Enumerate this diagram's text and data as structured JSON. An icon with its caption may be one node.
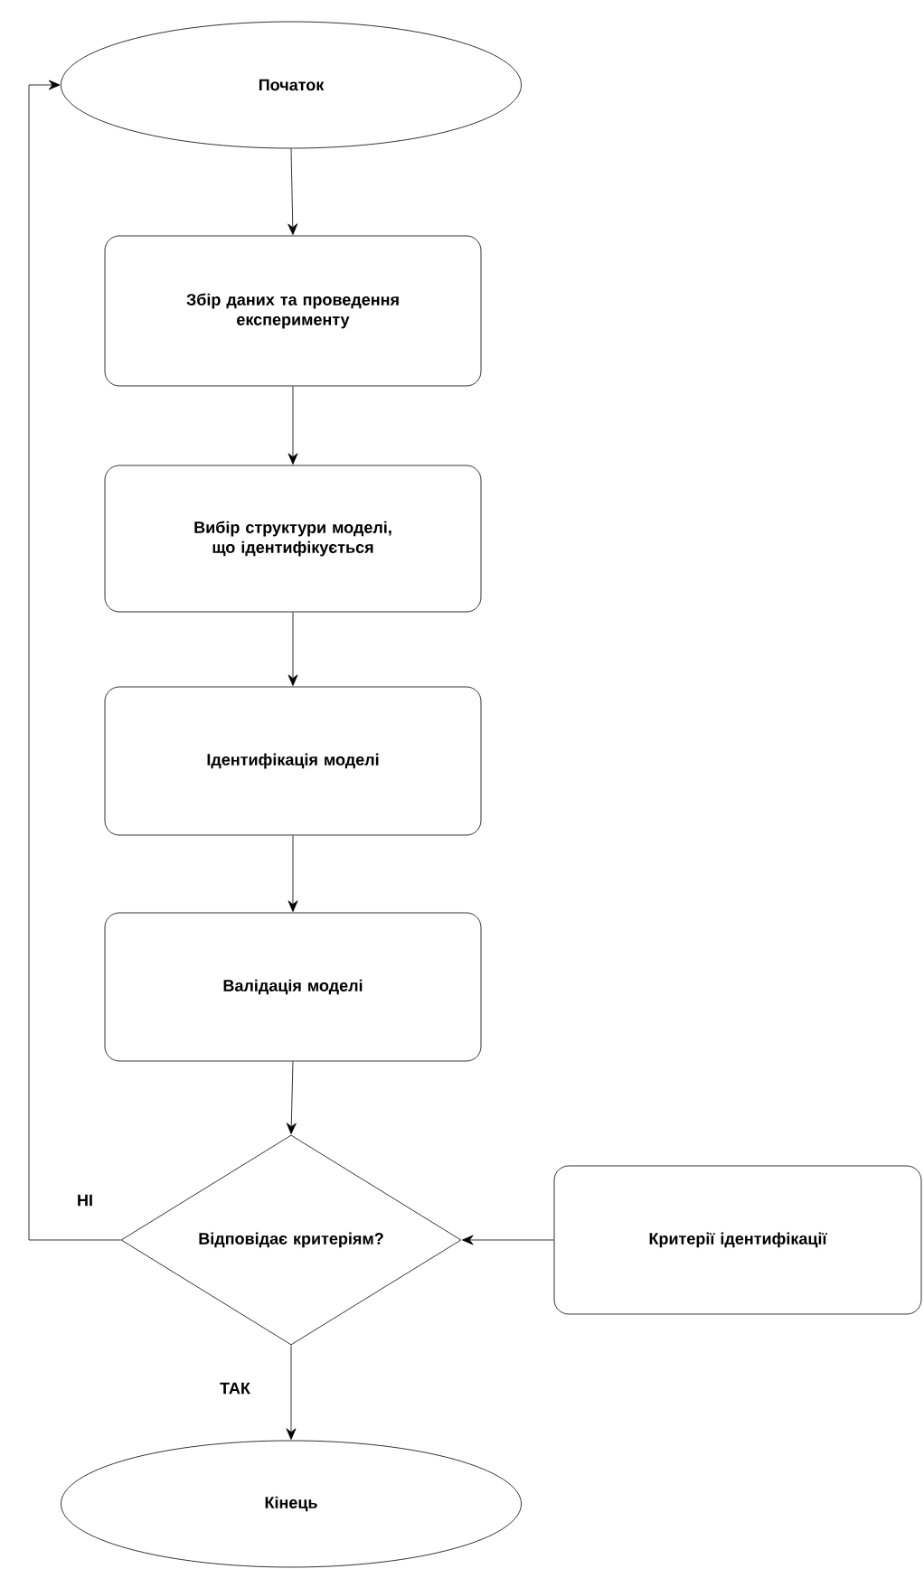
{
  "diagram": {
    "nodes": [
      {
        "text": [
          "Початок"
        ]
      },
      {
        "text": [
          "Збір даних та проведення експерименту"
        ]
      },
      {
        "text": [
          "Вибір структури моделі, що ідентифікується"
        ]
      },
      {
        "text": [
          "Ідентифікація моделі"
        ]
      },
      {
        "text": [
          "Валідація моделі"
        ]
      },
      {
        "text": [
          "Відповідає критеріям?"
        ]
      },
      {
        "text": [
          "Критерії ідентифікації"
        ]
      },
      {
        "text": [
          "Кінець"
        ]
      }
    ],
    "edges": [
      {
        "from": 0,
        "to": 1,
        "arrow": "to"
      },
      {
        "from": 1,
        "to": 2,
        "arrow": "to"
      },
      {
        "from": 2,
        "to": 3,
        "arrow": "to"
      },
      {
        "from": 3,
        "to": 4,
        "arrow": "to"
      },
      {
        "from": 4,
        "to": 5,
        "arrow": "to"
      },
      {
        "from": 6,
        "to": 5,
        "arrow": "to"
      },
      {
        "from": 5,
        "to": 0,
        "arrow": "to",
        "label": "НІ"
      },
      {
        "from": 5,
        "to": 7,
        "arrow": "to",
        "label": "ТАК"
      }
    ]
  }
}
